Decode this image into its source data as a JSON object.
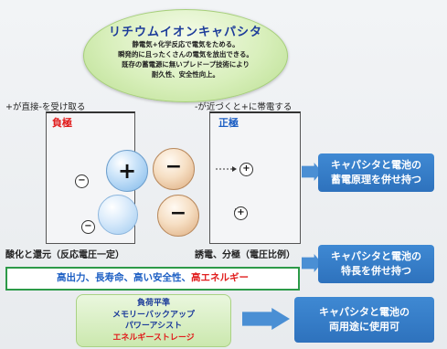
{
  "title": "リチウムイオンキャパシタ",
  "description": [
    "静電気+化学反応で電気をためる。",
    "瞬発的に且ったくさんの電気を放出できる。",
    "既存の蓄電源に無いプレドープ技術により",
    "耐久性、安全性向上。"
  ],
  "left_header": "+が直接-を受け取る",
  "right_header": "-が近づくと+に帯電する",
  "left_panel_label": "負極",
  "right_panel_label": "正極",
  "plus_sign": "+",
  "minus_sign": "−",
  "left_caption": "酸化と還元（反応電圧一定）",
  "right_caption": "誘電、分極（電圧比例）",
  "features_prefix": "高出力、長寿命、高い安全性、",
  "features_highlight": "高エネルギー",
  "usage": [
    "負荷平準",
    "メモリーバックアップ",
    "パワーアシスト",
    "エネルギーストレージ"
  ],
  "callouts": [
    [
      "キャパシタと電池の",
      "蓄電原理を併せ持つ"
    ],
    [
      "キャパシタと電池の",
      "特長を併せ持つ"
    ],
    [
      "キャパシタと電池の",
      "両用途に使用可"
    ]
  ],
  "colors": {
    "negative_label": "#e11d1d",
    "positive_label": "#1d5fc4",
    "highlight": "#e11d1d",
    "callout_blue": "#2f74bf",
    "feature_border": "#2c9a48"
  }
}
